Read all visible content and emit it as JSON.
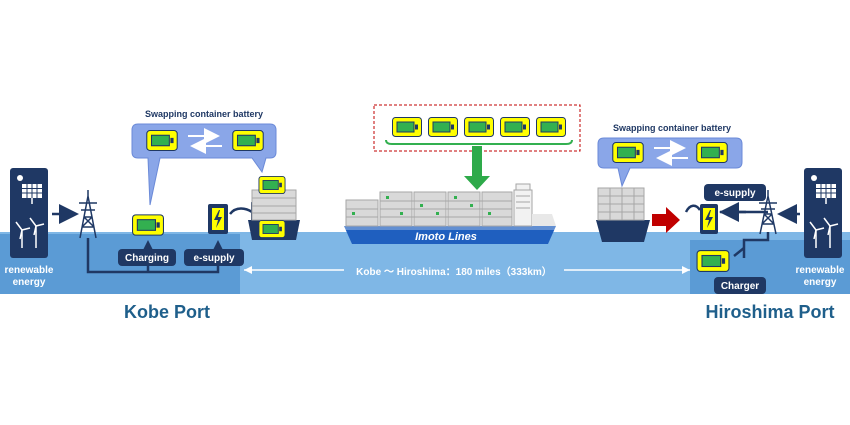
{
  "left_port": {
    "name": "Kobe Port",
    "swap_label": "Swapping container battery",
    "energy_label": [
      "renewable",
      "energy"
    ],
    "charging_label": "Charging",
    "esupply_label": "e-supply"
  },
  "right_port": {
    "name": "Hiroshima Port",
    "swap_label": "Swapping container battery",
    "energy_label": [
      "renewable",
      "energy"
    ],
    "charger_label": "Charger",
    "esupply_label": "e-supply"
  },
  "route_label": "Kobe ～ Hiroshima：180 miles（333km）",
  "ship_name": "Imoto Lines",
  "colors": {
    "sea": "#7fb7e6",
    "ground": "#5b9bd5",
    "navy": "#1f3864",
    "callout": "#8aa6e8",
    "battery_yellow": "#ffff00",
    "battery_green": "#33b050",
    "arrow_green": "#2eaa4a",
    "arrow_red": "#c00000"
  },
  "icons": [
    "solar-panel-icon",
    "wind-turbine-icon",
    "power-pylon-icon",
    "battery-icon",
    "ev-charger-icon",
    "plug-icon",
    "swap-arrows-icon",
    "container-ship-icon"
  ]
}
